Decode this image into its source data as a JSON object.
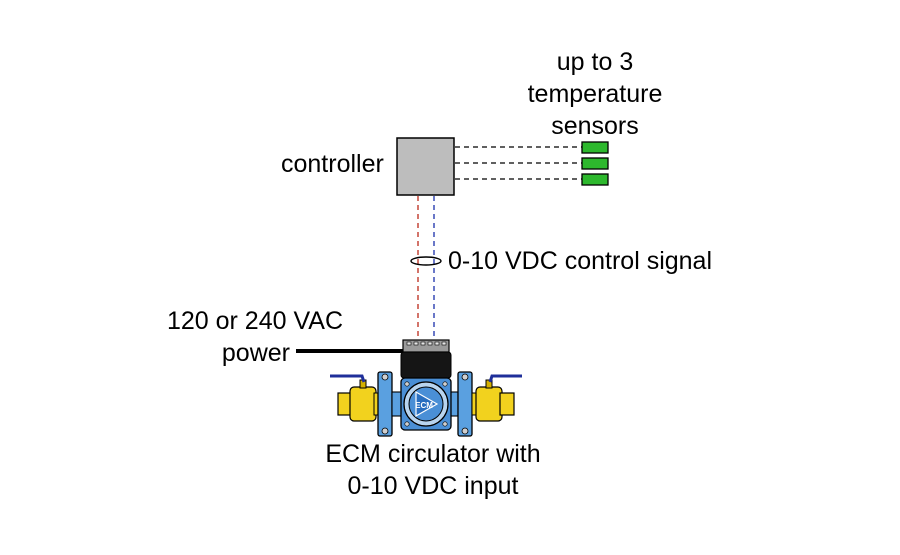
{
  "labels": {
    "sensors_line1": "up to 3",
    "sensors_line2": "temperature",
    "sensors_line3": "sensors",
    "controller": "controller",
    "control_signal": "0-10 VDC control signal",
    "power_line1": "120 or 240 VAC",
    "power_line2": "power",
    "circulator_line1": "ECM circulator with",
    "circulator_line2": "0-10 VDC input",
    "pump_badge": "ECM"
  },
  "colors": {
    "controller_fill": "#bdbdbd",
    "sensor_green": "#2db82d",
    "signal_red": "#c0392b",
    "signal_blue": "#2b3fb0",
    "valve_yellow": "#f2d21e",
    "pump_blue": "#4a8fd6",
    "flange_blue": "#5aa0e0",
    "handle_blue": "#1f2f9a"
  },
  "icons": {
    "controller": "gray-box",
    "sensor": "green-sensor-block",
    "pump": "ecm-circulator-pump",
    "valve": "ball-valve"
  }
}
